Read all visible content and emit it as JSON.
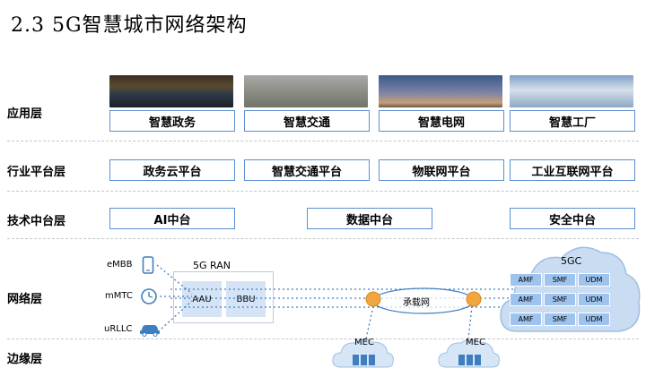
{
  "title": "2.3 5G智慧城市网络架构",
  "rows": {
    "app": "应用层",
    "industry": "行业平台层",
    "tech": "技术中台层",
    "network": "网络层",
    "edge": "边缘层"
  },
  "app_boxes": [
    "智慧政务",
    "智慧交通",
    "智慧电网",
    "智慧工厂"
  ],
  "industry_boxes": [
    "政务云平台",
    "智慧交通平台",
    "物联网平台",
    "工业互联网平台"
  ],
  "tech_boxes": [
    "AI中台",
    "数据中台",
    "安全中台"
  ],
  "network": {
    "devices": [
      "eMBB",
      "mMTC",
      "uRLLC"
    ],
    "ran_label": "5G RAN",
    "aau": "AAU",
    "bbu": "BBU",
    "bearer": "承载网",
    "core_label": "5GC",
    "core_cells": [
      "AMF",
      "SMF",
      "UDM",
      "AMF",
      "SMF",
      "UDM",
      "AMF",
      "SMF",
      "UDM"
    ]
  },
  "edge": {
    "mec1": "MEC",
    "mec2": "MEC"
  },
  "colors": {
    "box_border": "#5b8fd0",
    "core_fill": "#c9dcf2",
    "cell_fill": "#9ec3ee",
    "router": "#f2a640",
    "dotted": "#3f7fbf"
  }
}
